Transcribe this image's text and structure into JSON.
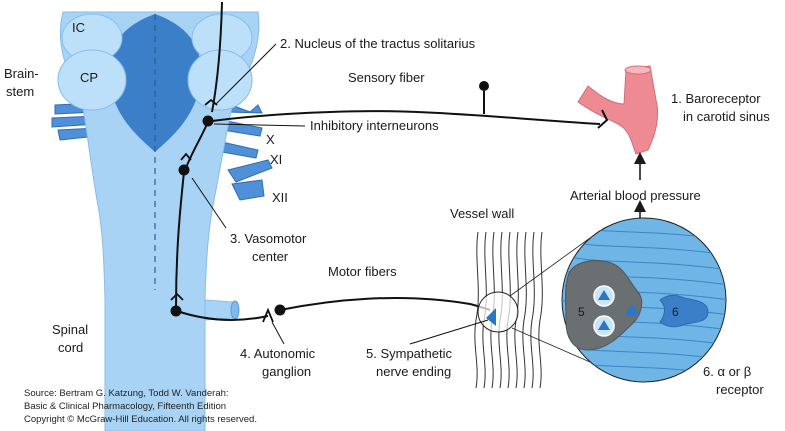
{
  "brainstem": {
    "ic": "IC",
    "cp": "CP",
    "brainstem_line1": "Brain-",
    "brainstem_line2": "stem",
    "spinal_line1": "Spinal",
    "spinal_line2": "cord",
    "nerve_x": "X",
    "nerve_xi": "XI",
    "nerve_xii": "XII"
  },
  "labels": {
    "nts": "2. Nucleus of the tractus solitarius",
    "sensory_fiber": "Sensory fiber",
    "inhibitory": "Inhibitory interneurons",
    "baro_line1": "1. Baroreceptor",
    "baro_line2": "in carotid sinus",
    "arterial": "Arterial blood pressure",
    "vessel_wall": "Vessel wall",
    "vaso_line1": "3. Vasomotor",
    "vaso_line2": "center",
    "motor_fibers": "Motor fibers",
    "gang_line1": "4. Autonomic",
    "gang_line2": "ganglion",
    "symp_line1": "5. Sympathetic",
    "symp_line2": "nerve ending",
    "rec_line1": "6. α or β",
    "rec_line2": "receptor",
    "inset_5": "5",
    "inset_6": "6"
  },
  "source": {
    "line1": "Source: Bertram G. Katzung, Todd W. Vanderah:",
    "line2": "Basic & Clinical Pharmacology, Fifteenth Edition",
    "line3": "Copyright © McGraw-Hill Education. All rights reserved."
  },
  "colors": {
    "brainstem_light": "#a9d3f5",
    "brainstem_dark": "#3b7fc8",
    "artery": "#ee8a93",
    "inset_bg": "#6fb6e6",
    "terminal_gray": "#6a6f72"
  }
}
